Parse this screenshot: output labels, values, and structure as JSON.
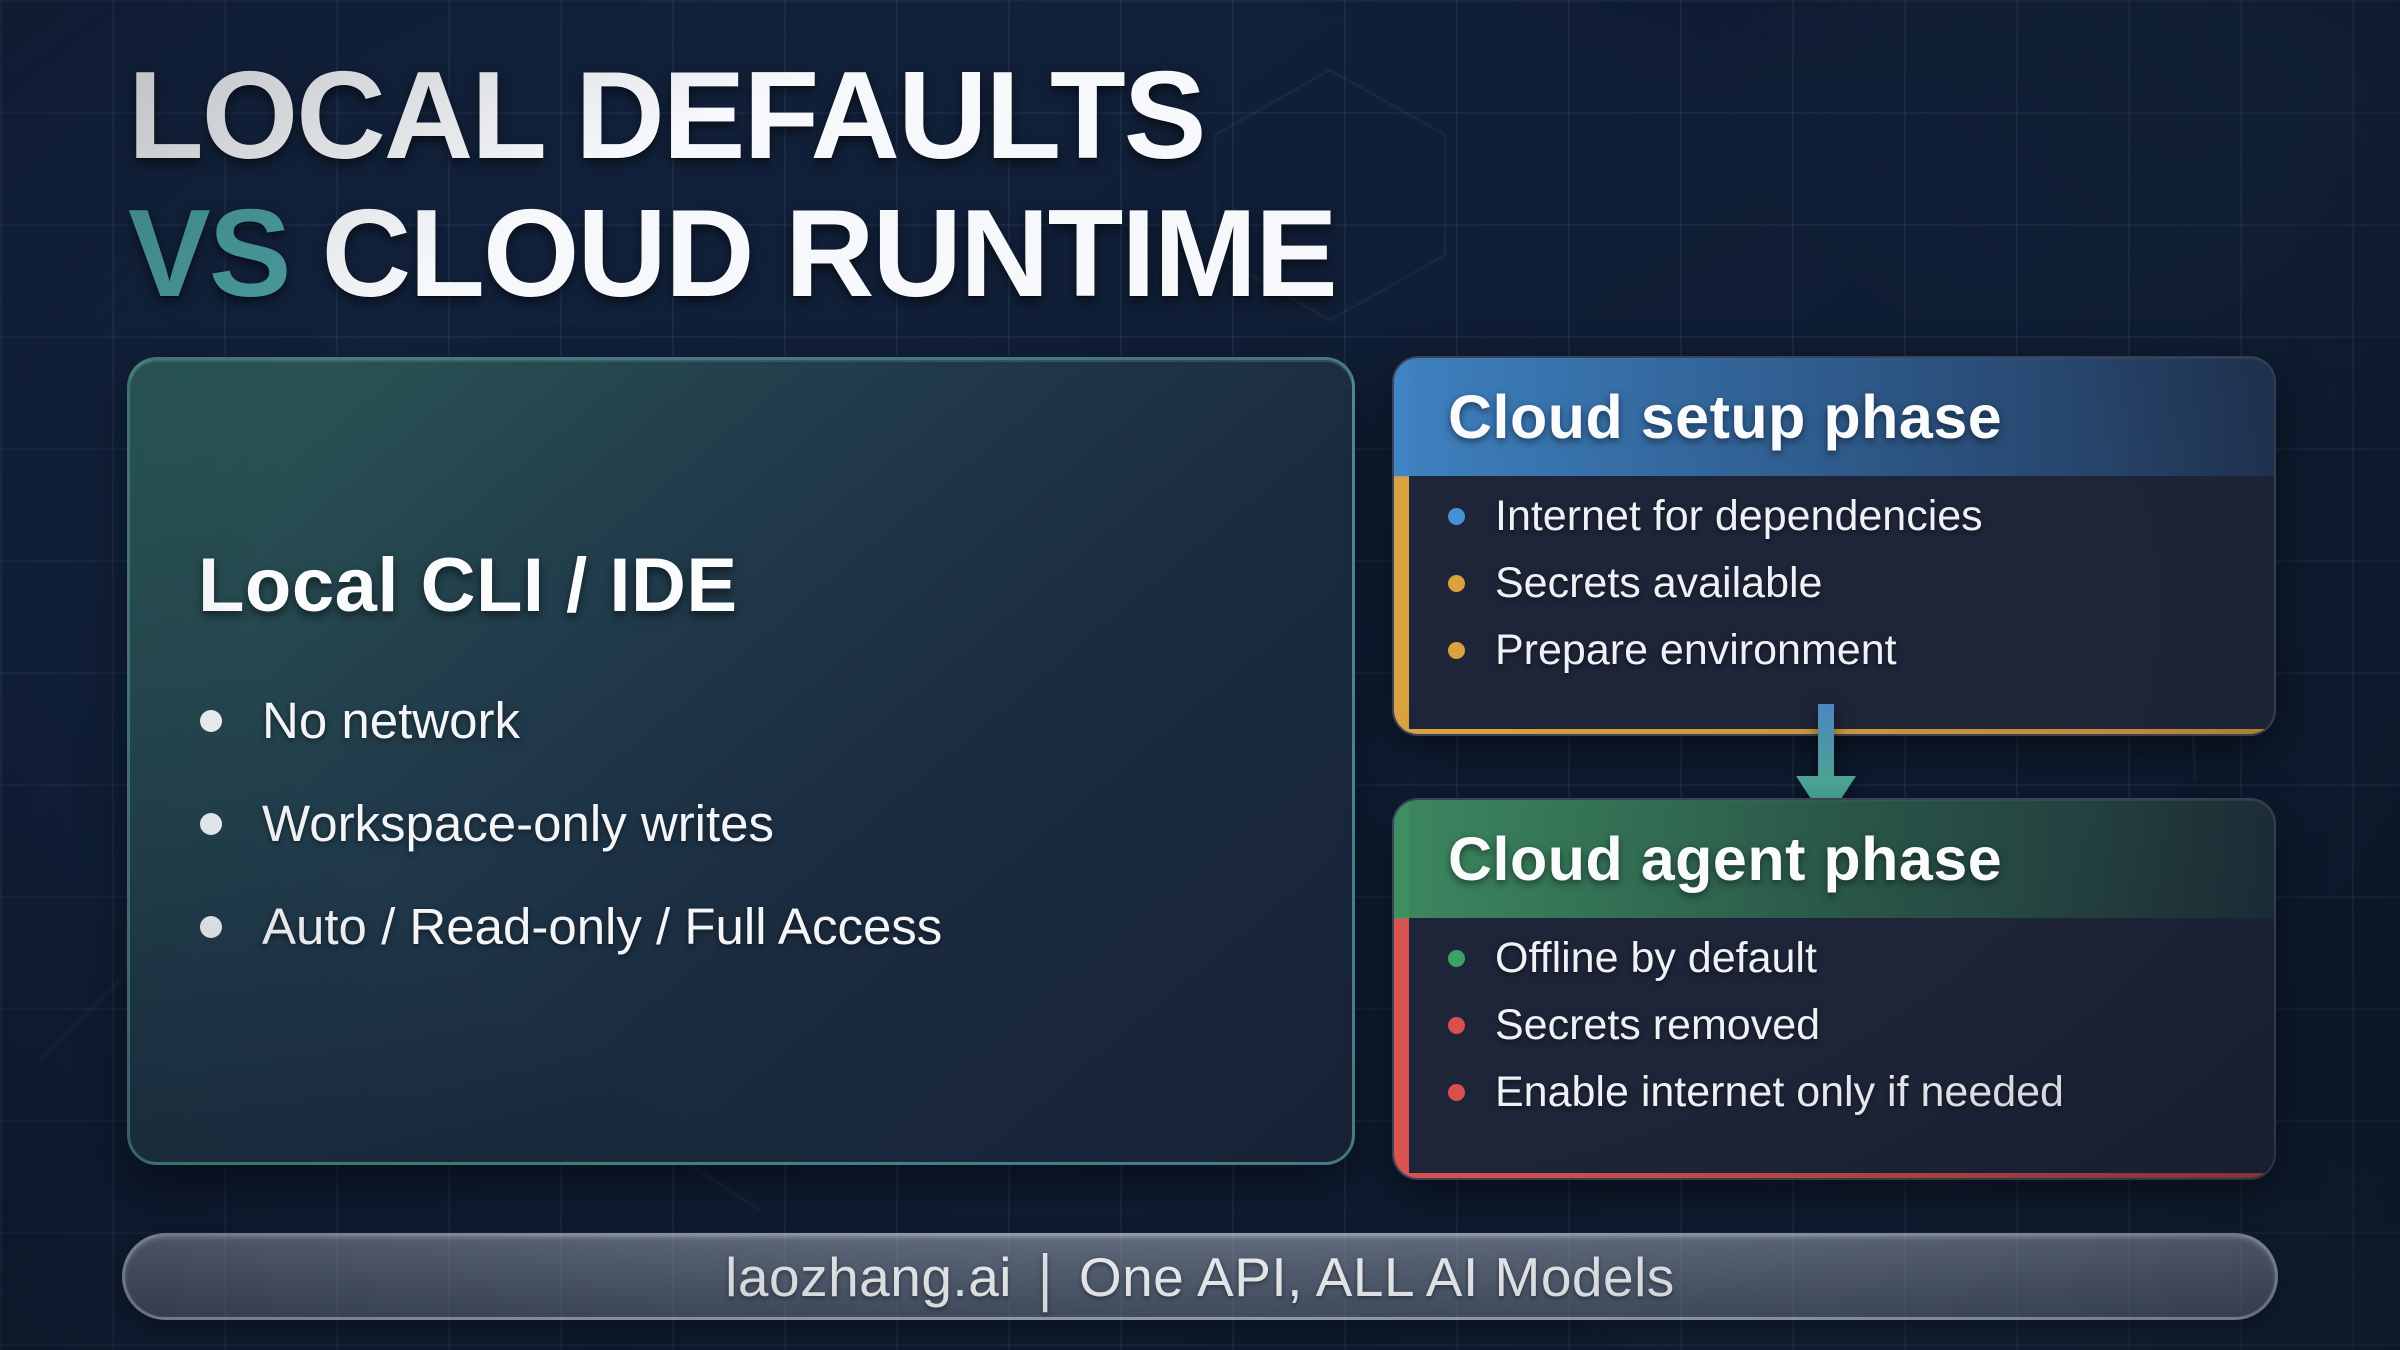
{
  "title": {
    "line1": "LOCAL DEFAULTS",
    "line2_accent": "VS",
    "line2_rest": "CLOUD RUNTIME"
  },
  "local_card": {
    "title": "Local CLI / IDE",
    "bullets": [
      "No network",
      "Workspace-only writes",
      "Auto / Read-only / Full Access"
    ]
  },
  "cloud_setup_card": {
    "title": "Cloud setup phase",
    "bullets": [
      {
        "text": "Internet for dependencies",
        "dot_color": "#4593d6"
      },
      {
        "text": "Secrets available",
        "dot_color": "#d9a23c"
      },
      {
        "text": "Prepare environment",
        "dot_color": "#d9a23c"
      }
    ]
  },
  "cloud_agent_card": {
    "title": "Cloud agent phase",
    "bullets": [
      {
        "text": "Offline by default",
        "dot_color": "#3da365"
      },
      {
        "text": "Secrets removed",
        "dot_color": "#d9504c"
      },
      {
        "text": "Enable internet only if needed",
        "dot_color": "#d9504c"
      }
    ]
  },
  "footer": {
    "brand": "laozhang.ai",
    "separator": "|",
    "tagline": "One API, ALL AI Models"
  },
  "colors": {
    "background": "#101e36",
    "title_accent_teal": "#4c9fa0",
    "local_card_border_teal": "#60aca6",
    "setup_header_blue": "#3f85c6",
    "setup_stripe_gold": "#d9a23f",
    "agent_header_green": "#3e8d62",
    "agent_stripe_red": "#d95350",
    "arrow_gradient_top": "#4b86c3",
    "arrow_gradient_bottom": "#46ae93",
    "footer_pill_gray": "#8b94a3"
  }
}
